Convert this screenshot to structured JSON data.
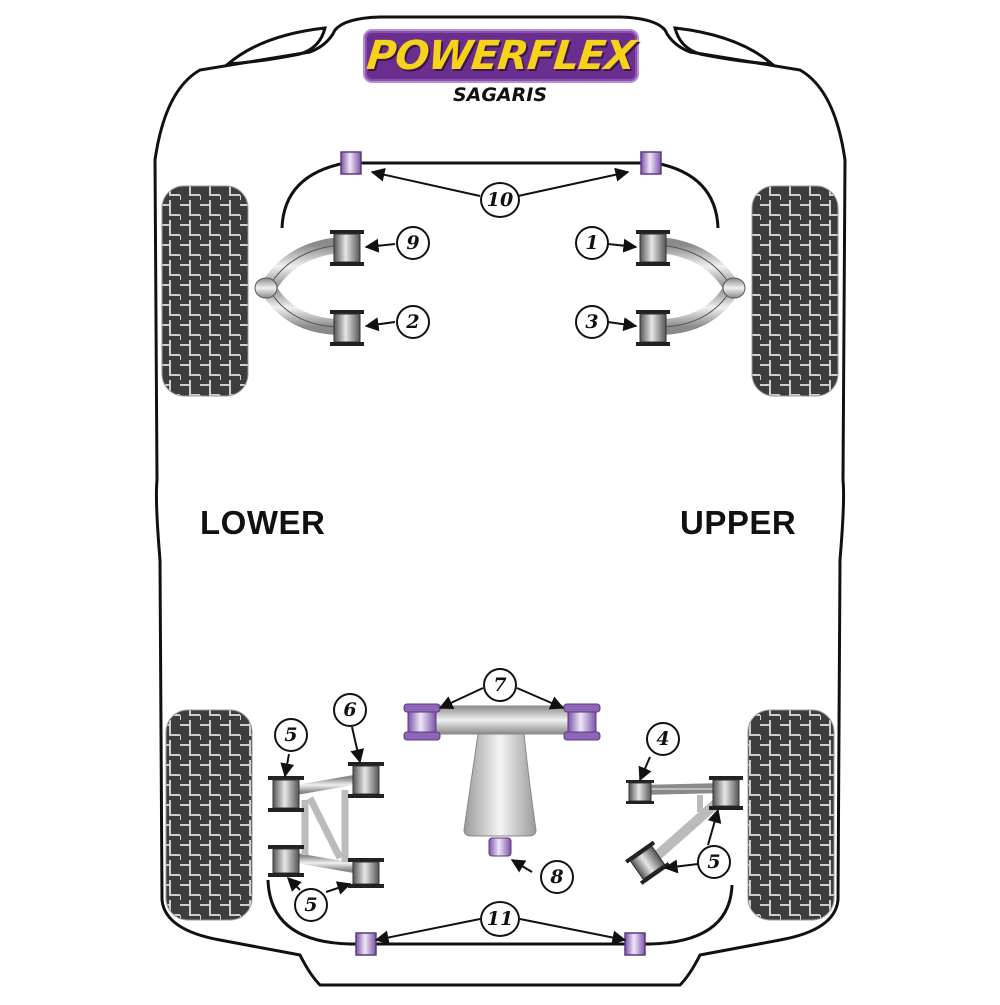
{
  "header": {
    "brand": "POWERFLEX",
    "model": "SAGARIS"
  },
  "colors": {
    "brand_purple": "#6a2f8e",
    "brand_yellow": "#f6d21a",
    "bush_purple": "#9a78c0",
    "bush_black": "#3a3a3a",
    "outline": "#111111",
    "tyre": "#3d3d3d"
  },
  "labels": {
    "left": "LOWER",
    "right": "UPPER"
  },
  "front": {
    "callouts": [
      {
        "id": "1",
        "label": "1"
      },
      {
        "id": "2",
        "label": "2"
      },
      {
        "id": "3",
        "label": "3"
      },
      {
        "id": "9",
        "label": "9"
      },
      {
        "id": "10",
        "label": "10"
      }
    ]
  },
  "rear": {
    "callouts": [
      {
        "id": "4",
        "label": "4"
      },
      {
        "id": "5a",
        "label": "5"
      },
      {
        "id": "5b",
        "label": "5"
      },
      {
        "id": "5c",
        "label": "5"
      },
      {
        "id": "6",
        "label": "6"
      },
      {
        "id": "7",
        "label": "7"
      },
      {
        "id": "8",
        "label": "8"
      },
      {
        "id": "11",
        "label": "11"
      }
    ]
  }
}
